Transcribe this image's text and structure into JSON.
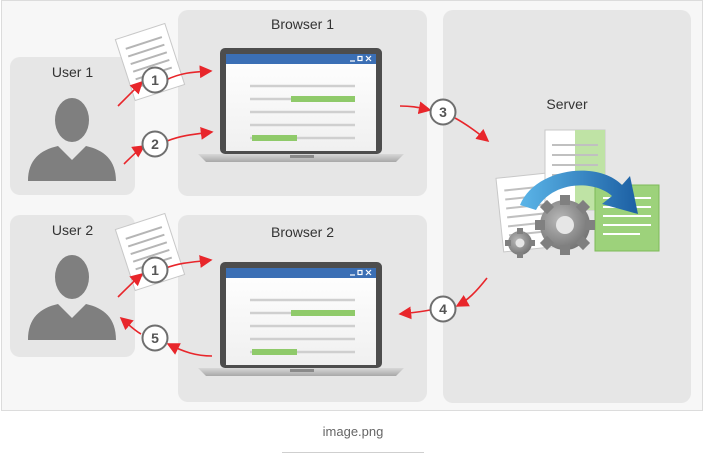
{
  "labels": {
    "user1": "User 1",
    "user2": "User 2",
    "browser1": "Browser 1",
    "browser2": "Browser 2",
    "server": "Server"
  },
  "steps": [
    "1",
    "2",
    "3",
    "1",
    "4",
    "5"
  ],
  "caption": "image.png",
  "colors": {
    "panel": "#e6e6e6",
    "arrow": "#e8262b",
    "silhouette": "#7f7f7f",
    "accent_green": "#8fca6a",
    "accent_blue": "#2a76b8"
  }
}
